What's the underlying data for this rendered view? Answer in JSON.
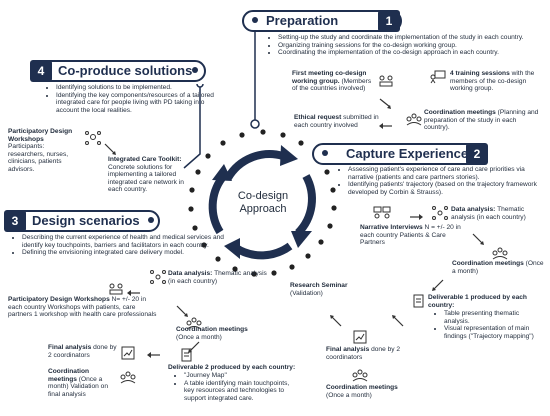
{
  "center": {
    "line1": "Co-design",
    "line2": "Approach"
  },
  "phases": [
    {
      "num": "1",
      "title": "Preparation",
      "bullets": [
        "Setting-up the study and coordinate the implementation of the study in each country.",
        "Organizing training sessions for the co-design working group.",
        "Coordinating the implementation of the co-design approach in each country."
      ]
    },
    {
      "num": "2",
      "title": "Capture Experiences",
      "bullets": [
        "Assessing patient's experience of care and care priorities via narrative (patients and care partners stories).",
        "Identifying patients' trajectory (based on the trajectory framework developed by Corbin & Strauss)."
      ]
    },
    {
      "num": "3",
      "title": "Design scenarios",
      "bullets": [
        "Describing the current experience of health and medical services and identify key touchpoints, barriers and facilitators in each country.",
        "Defining the envisioning integrated care delivery model."
      ]
    },
    {
      "num": "4",
      "title": "Co-produce solutions",
      "bullets": [
        "Identifying solutions to be implemented.",
        "Identifying the key components/resources of a tailored integrated care for people living with PD taking into account the local realities."
      ]
    }
  ],
  "p1_items": [
    {
      "bold": "First meeting co-design working group.",
      "rest": " (Members of the countries involved)"
    },
    {
      "bold": "4 training sessions",
      "rest": " with the members of the co-design working group."
    },
    {
      "bold": "Coordination meetings",
      "rest": " (Planning and preparation of the study in each country)."
    },
    {
      "bold": "Ethical request",
      "rest": " submitted in each country involved"
    }
  ],
  "p2_items": [
    {
      "bold": "Data analysis:",
      "rest": " Thematic analysis (in each country)"
    },
    {
      "bold": "Narrative Interviews",
      "rest": " N = +/- 20 in each country Patients & Care Partners"
    },
    {
      "bold": "Coordination meetings",
      "rest": " (Once a month)"
    },
    {
      "bold": "Deliverable 1 produced by each country:",
      "rest": ""
    },
    {
      "bold": "Final analysis",
      "rest": " done by 2 coordinators"
    },
    {
      "bold": "Coordination meetings",
      "rest": " (Once a month)"
    },
    {
      "bold": "Research Seminar",
      "rest": " (Validation)"
    }
  ],
  "deliverable1_bullets": [
    "Table presenting thematic analysis.",
    "Visual representation of main findings (\"Trajectory mapping\")"
  ],
  "p3_items": [
    {
      "bold": "Participatory Design Workshops",
      "rest": " N= +/- 20 in each country Workshops with patients, care partners 1 workshop with health care professionals"
    },
    {
      "bold": "Data analysis:",
      "rest": " Thematic analysis (in each country)"
    },
    {
      "bold": "Coordination meetings",
      "rest": " (Once a month)"
    },
    {
      "bold": "Final analysis",
      "rest": " done by 2 coordinators"
    },
    {
      "bold": "Coordination meetings",
      "rest": " (Once a month) Validation on final analysis"
    },
    {
      "bold": "Deliverable 2 produced by each country:",
      "rest": ""
    }
  ],
  "deliverable2_bullets": [
    "\"Journey Map\"",
    "A table identifying main touchpoints, key resources and technologies to support integrated care."
  ],
  "p4_items": [
    {
      "bold": "Participatory Design Workshops",
      "rest": " Participants: researchers, nurses, clinicians, patients advisors."
    },
    {
      "bold": "Integrated Care Toolkit:",
      "rest": " Concrete solutions for implementing a tailored integrated care network in each country."
    }
  ],
  "colors": {
    "navy": "#1f2f4f",
    "arrow": "#1f2f4f",
    "dots": "#222222"
  }
}
